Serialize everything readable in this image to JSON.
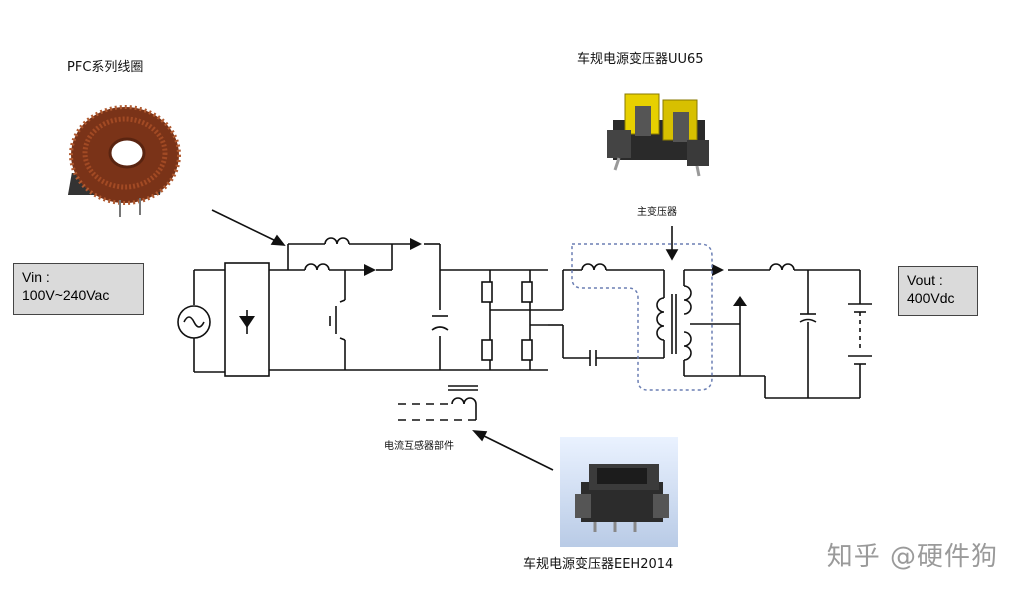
{
  "labels": {
    "pfc_coil": "PFC系列线圈",
    "main_transformer_product": "车规电源变压器UU65",
    "main_transformer": "主变压器",
    "current_transformer": "电流互感器部件",
    "cs_transformer_product": "车规电源变压器EEH2014"
  },
  "vin_box": {
    "line1": "Vin :",
    "line2": "100V~240Vac"
  },
  "vout_box": {
    "line1": "Vout :",
    "line2": "400Vdc"
  },
  "watermark": "知乎 @硬件狗",
  "colors": {
    "dashed_outline": "#6b7fb4",
    "label_box_bg": "#dadada",
    "coil_copper": "#8a3b1f",
    "core_yellow": "#e8d400"
  }
}
